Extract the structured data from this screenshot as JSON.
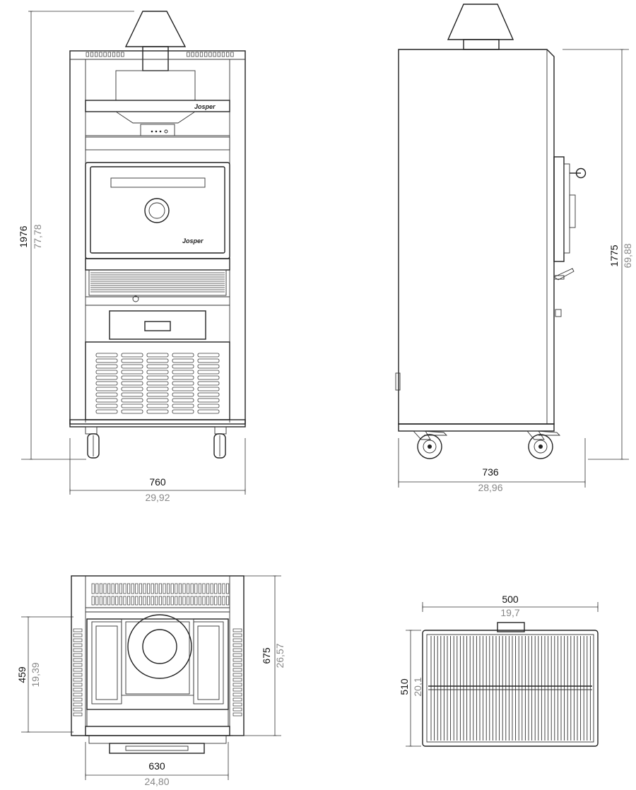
{
  "brand": "Josper",
  "front_view": {
    "width_mm": "760",
    "width_in": "29,92",
    "height_mm": "1976",
    "height_in": "77,78"
  },
  "side_view": {
    "depth_mm": "736",
    "depth_in": "28,96",
    "height_mm": "1775",
    "height_in": "69,88"
  },
  "top_view": {
    "width_mm": "630",
    "width_in": "24,80",
    "depth_mm": "675",
    "depth_in": "26,57",
    "inner_mm": "459",
    "inner_in": "19,39"
  },
  "grill_view": {
    "width_mm": "500",
    "width_in": "19,7",
    "depth_mm": "510",
    "depth_in": "20,1"
  }
}
